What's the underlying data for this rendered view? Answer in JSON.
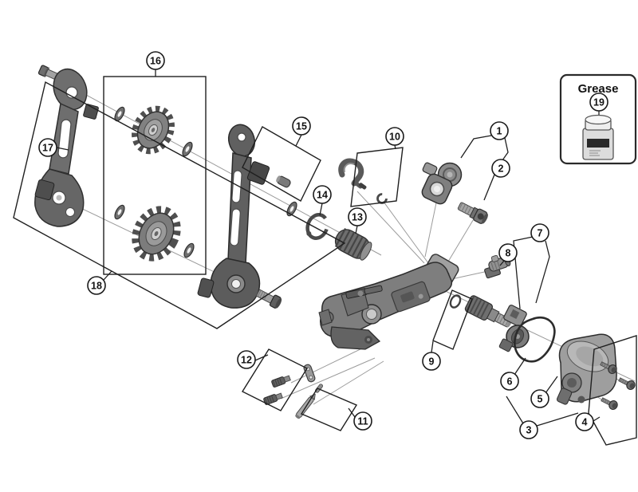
{
  "figure": {
    "kind": "exploded-parts-diagram",
    "subject": "rear-derailleur-assembly"
  },
  "callouts": [
    {
      "num": "1"
    },
    {
      "num": "2"
    },
    {
      "num": "3"
    },
    {
      "num": "4"
    },
    {
      "num": "5"
    },
    {
      "num": "6"
    },
    {
      "num": "7"
    },
    {
      "num": "8"
    },
    {
      "num": "9"
    },
    {
      "num": "10"
    },
    {
      "num": "11"
    },
    {
      "num": "12"
    },
    {
      "num": "13"
    },
    {
      "num": "14"
    },
    {
      "num": "15"
    },
    {
      "num": "16"
    },
    {
      "num": "17"
    },
    {
      "num": "18"
    },
    {
      "num": "19"
    }
  ],
  "grease_box": {
    "title": "Grease"
  },
  "colors": {
    "background": "#ffffff",
    "outline": "#1f1f1f",
    "axis_line": "#9b9b9b",
    "part_dark": "#4a4a4a",
    "part_mid": "#7a7a7a",
    "part_light": "#b8b8b8"
  }
}
